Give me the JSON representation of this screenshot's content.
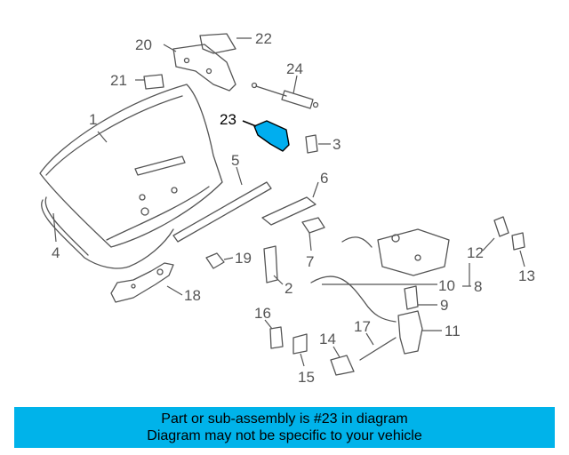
{
  "callouts": [
    "1",
    "2",
    "3",
    "4",
    "5",
    "6",
    "7",
    "8",
    "9",
    "10",
    "11",
    "12",
    "13",
    "14",
    "15",
    "16",
    "17",
    "18",
    "19",
    "20",
    "21",
    "22",
    "23",
    "24"
  ],
  "highlight": {
    "number": "23",
    "color": "#00aeef"
  },
  "banner": {
    "line1": "Part or sub-assembly is #23 in diagram",
    "line2": "Diagram may not be specific to your vehicle",
    "color": "#00b3ea"
  }
}
